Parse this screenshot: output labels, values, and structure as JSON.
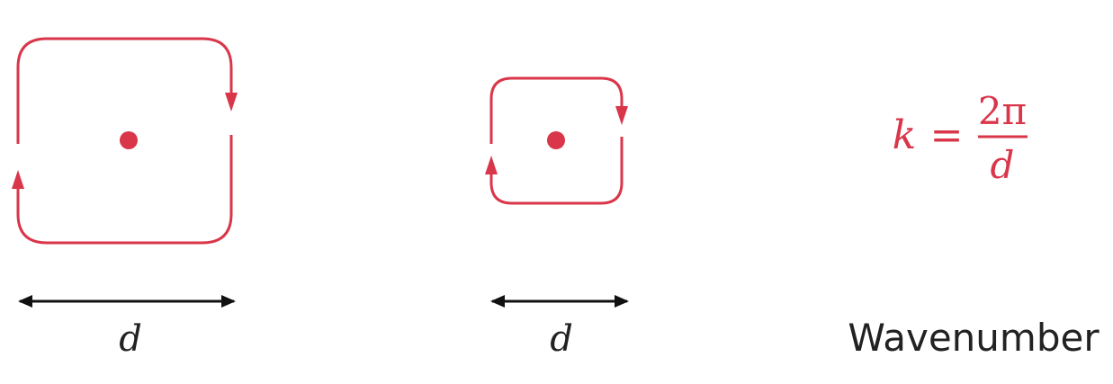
{
  "colors": {
    "accent": "#d9364a",
    "arrow": "#111111",
    "text": "#222222"
  },
  "left_panel": {
    "width_label": "d"
  },
  "middle_panel": {
    "width_label": "d"
  },
  "formula": {
    "lhs": "k",
    "equals": "=",
    "numerator": "2π",
    "denominator": "d"
  },
  "caption": "Wavenumber"
}
